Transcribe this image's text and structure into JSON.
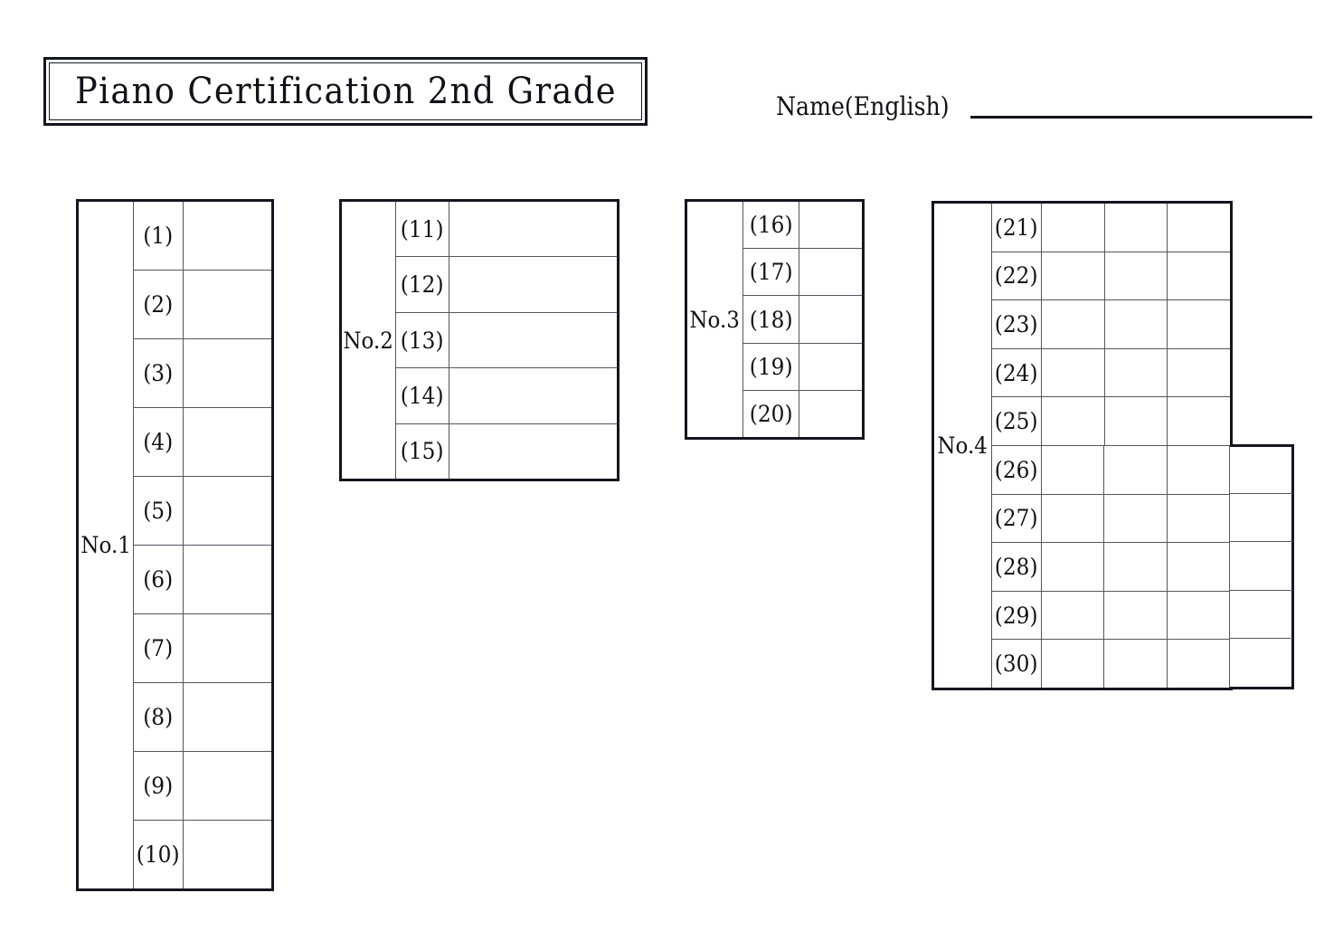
{
  "page": {
    "title": "Piano Certification 2nd Grade",
    "background_color": "#ffffff",
    "ink_color": "#15151f",
    "grid_line_color": "#555560"
  },
  "header": {
    "title": "Piano Certification 2nd Grade",
    "name_field": {
      "label": "Name(English)",
      "value": "",
      "placeholder": ""
    }
  },
  "sections": [
    {
      "id": "no1",
      "label": "No.1",
      "answer_columns": 1,
      "rows": [
        {
          "number": "(1)",
          "answers": [
            ""
          ]
        },
        {
          "number": "(2)",
          "answers": [
            ""
          ]
        },
        {
          "number": "(3)",
          "answers": [
            ""
          ]
        },
        {
          "number": "(4)",
          "answers": [
            ""
          ]
        },
        {
          "number": "(5)",
          "answers": [
            ""
          ]
        },
        {
          "number": "(6)",
          "answers": [
            ""
          ]
        },
        {
          "number": "(7)",
          "answers": [
            ""
          ]
        },
        {
          "number": "(8)",
          "answers": [
            ""
          ]
        },
        {
          "number": "(9)",
          "answers": [
            ""
          ]
        },
        {
          "number": "(10)",
          "answers": [
            ""
          ]
        }
      ]
    },
    {
      "id": "no2",
      "label": "No.2",
      "answer_columns": 1,
      "rows": [
        {
          "number": "(11)",
          "answers": [
            ""
          ]
        },
        {
          "number": "(12)",
          "answers": [
            ""
          ]
        },
        {
          "number": "(13)",
          "answers": [
            ""
          ]
        },
        {
          "number": "(14)",
          "answers": [
            ""
          ]
        },
        {
          "number": "(15)",
          "answers": [
            ""
          ]
        }
      ]
    },
    {
      "id": "no3",
      "label": "No.3",
      "answer_columns": 1,
      "rows": [
        {
          "number": "(16)",
          "answers": [
            ""
          ]
        },
        {
          "number": "(17)",
          "answers": [
            ""
          ]
        },
        {
          "number": "(18)",
          "answers": [
            ""
          ]
        },
        {
          "number": "(19)",
          "answers": [
            ""
          ]
        },
        {
          "number": "(20)",
          "answers": [
            ""
          ]
        }
      ]
    },
    {
      "id": "no4",
      "label": "No.4",
      "answer_columns_upper": 3,
      "answer_columns_lower": 4,
      "rows": [
        {
          "number": "(21)",
          "answers": [
            "",
            "",
            ""
          ]
        },
        {
          "number": "(22)",
          "answers": [
            "",
            "",
            ""
          ]
        },
        {
          "number": "(23)",
          "answers": [
            "",
            "",
            ""
          ]
        },
        {
          "number": "(24)",
          "answers": [
            "",
            "",
            ""
          ]
        },
        {
          "number": "(25)",
          "answers": [
            "",
            "",
            ""
          ]
        },
        {
          "number": "(26)",
          "answers": [
            "",
            "",
            "",
            ""
          ]
        },
        {
          "number": "(27)",
          "answers": [
            "",
            "",
            "",
            ""
          ]
        },
        {
          "number": "(28)",
          "answers": [
            "",
            "",
            "",
            ""
          ]
        },
        {
          "number": "(29)",
          "answers": [
            "",
            "",
            "",
            ""
          ]
        },
        {
          "number": "(30)",
          "answers": [
            "",
            "",
            "",
            ""
          ]
        }
      ]
    }
  ]
}
